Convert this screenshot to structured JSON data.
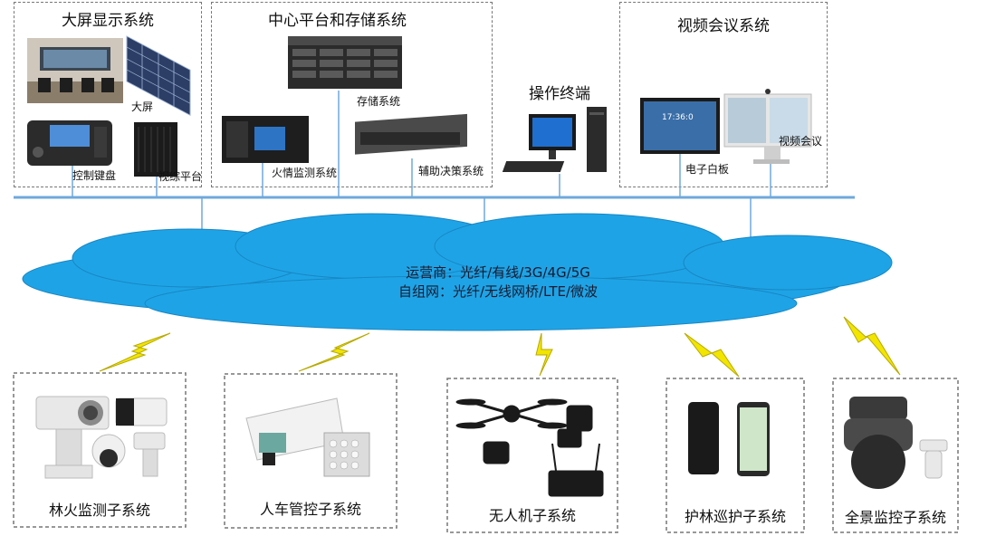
{
  "top": {
    "big_screen": {
      "title": "大屏显示系统",
      "big_screen_label": "大屏",
      "keyboard_label": "控制键盘",
      "video_platform_label": "视综平台"
    },
    "center": {
      "title": "中心平台和存储系统",
      "storage_label": "存储系统",
      "fire_label": "火情监测系统",
      "decision_label": "辅助决策系统"
    },
    "terminal": {
      "title": "操作终端"
    },
    "conference": {
      "title": "视频会议系统",
      "whiteboard_label": "电子白板",
      "video_conf_label": "视频会议"
    }
  },
  "cloud": {
    "line1": "运营商：光纤/有线/3G/4G/5G",
    "line2": "自组网：光纤/无线网桥/LTE/微波"
  },
  "subsystems": [
    {
      "label": "林火监测子系统"
    },
    {
      "label": "人车管控子系统"
    },
    {
      "label": "无人机子系统"
    },
    {
      "label": "护林巡护子系统"
    },
    {
      "label": "全景监控子系统"
    }
  ],
  "colors": {
    "bus": "#6fa8dc",
    "cloud": "#1ea4e6",
    "lightning": "#f2e500",
    "border": "#777777"
  }
}
